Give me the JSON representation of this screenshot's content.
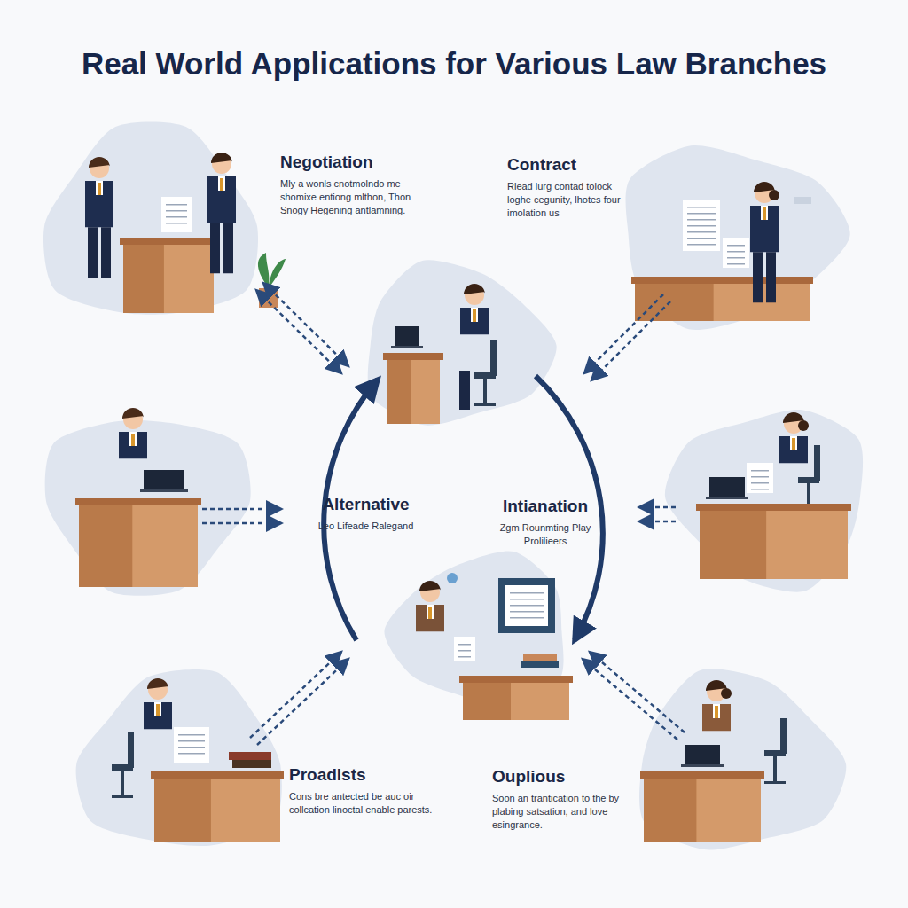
{
  "diagram": {
    "title": "Real World Applications for Various Law Branches",
    "nodes": [
      {
        "text": [
          "Negotiation",
          "Mly a wonls cnotmolndo me shomixe entiong mlthon, Thon Snogy Hegening antlamning."
        ]
      },
      {
        "text": [
          "Contract",
          "Rlead lurg contad tolock loghe cegunity, lhotes four imolation us"
        ]
      },
      {
        "text": [
          "Alternative",
          "Leo Lifeade Ralegand"
        ]
      },
      {
        "text": [
          "Intianation",
          "Zgm Rounmting Play Prolilieers"
        ]
      },
      {
        "text": [
          "Proadlsts",
          "Cons bre antected be auc oir collcation linoctal enable parests."
        ]
      },
      {
        "text": [
          "Ouplious",
          "Soon an trantication to the by plabing satsation, and love esingrance."
        ]
      }
    ]
  }
}
